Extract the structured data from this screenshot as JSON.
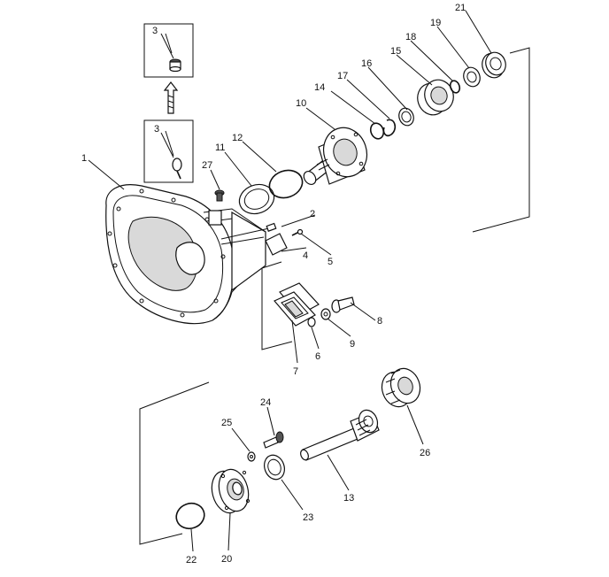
{
  "callouts": [
    {
      "id": "c1",
      "text": "1"
    },
    {
      "id": "c2",
      "text": "2"
    },
    {
      "id": "c3a",
      "text": "3"
    },
    {
      "id": "c3b",
      "text": "3"
    },
    {
      "id": "c4",
      "text": "4"
    },
    {
      "id": "c5",
      "text": "5"
    },
    {
      "id": "c6",
      "text": "6"
    },
    {
      "id": "c7",
      "text": "7"
    },
    {
      "id": "c8",
      "text": "8"
    },
    {
      "id": "c9",
      "text": "9"
    },
    {
      "id": "c10",
      "text": "10"
    },
    {
      "id": "c11",
      "text": "11"
    },
    {
      "id": "c12",
      "text": "12"
    },
    {
      "id": "c13",
      "text": "13"
    },
    {
      "id": "c14",
      "text": "14"
    },
    {
      "id": "c15",
      "text": "15"
    },
    {
      "id": "c16",
      "text": "16"
    },
    {
      "id": "c17",
      "text": "17"
    },
    {
      "id": "c18",
      "text": "18"
    },
    {
      "id": "c19",
      "text": "19"
    },
    {
      "id": "c20",
      "text": "20"
    },
    {
      "id": "c21",
      "text": "21"
    },
    {
      "id": "c22",
      "text": "22"
    },
    {
      "id": "c23",
      "text": "23"
    },
    {
      "id": "c24",
      "text": "24"
    },
    {
      "id": "c25",
      "text": "25"
    },
    {
      "id": "c26",
      "text": "26"
    },
    {
      "id": "c27",
      "text": "27"
    }
  ]
}
